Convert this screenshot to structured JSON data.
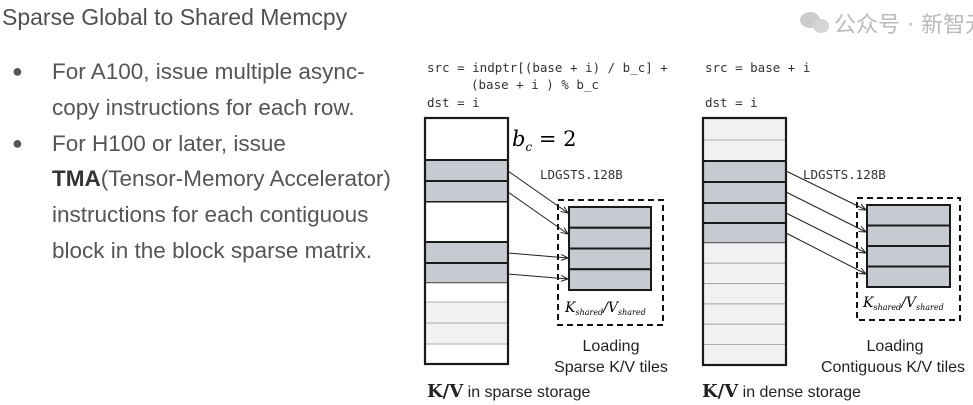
{
  "slide": {
    "title": "Sparse Global to Shared Memcpy",
    "bullets": [
      {
        "text": "For A100, issue multiple async-copy instructions for each row."
      },
      {
        "bold": "TMA",
        "prefix": "For H100 or later, issue ",
        "suffix": "(Tensor-Memory Accelerator) instructions for each contiguous block in the block sparse matrix."
      }
    ]
  },
  "diagram": {
    "left": {
      "code_line1": "src = indptr[(base + i) / b_c] +",
      "code_line2": "(base + i ) % b_c",
      "code_line3": "dst = i",
      "block_label": "b",
      "block_sub": "c",
      "block_value": " = 2",
      "instruction": "LDGSTS.128B",
      "shared_label": "K",
      "shared_sub": "shared",
      "shared_label2": "/V",
      "caption_line1": "Loading",
      "caption_line2": "Sparse K/V tiles",
      "storage_bold": "K/V",
      "storage_text": " in sparse storage"
    },
    "right": {
      "code_line1": "src = base + i",
      "code_line3": "dst = i",
      "instruction": "LDGSTS.128B",
      "shared_label": "K",
      "shared_sub": "shared",
      "shared_label2": "/V",
      "caption_line1": "Loading",
      "caption_line2": "Contiguous K/V tiles",
      "storage_bold": "K/V",
      "storage_text": " in dense storage"
    },
    "colors": {
      "tile": "#c5cbd1",
      "faded": "#f0f1f2",
      "outline": "#1a1a1a"
    }
  },
  "watermark": {
    "text": "公众号 · 新智元",
    "icon": "wechat-icon"
  }
}
